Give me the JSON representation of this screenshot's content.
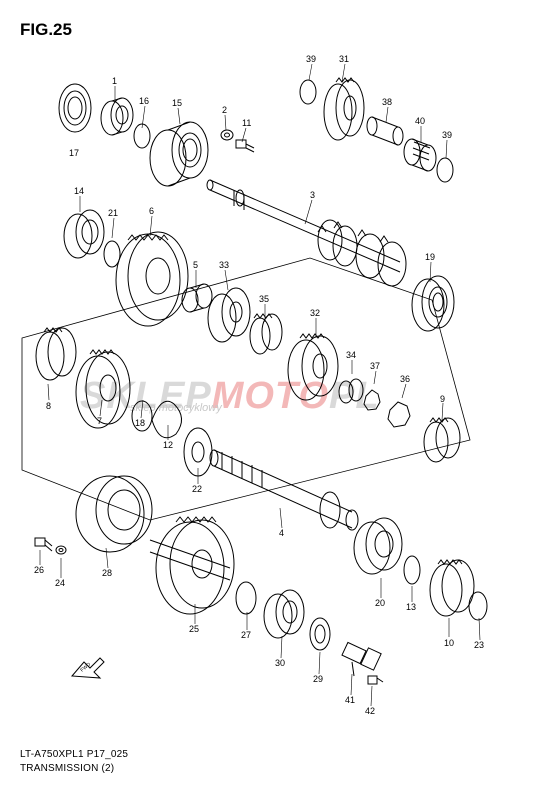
{
  "figure": {
    "title": "FIG.25",
    "model_code": "LT-A750XPL1 P17_025",
    "section_title": "TRANSMISSION (2)",
    "watermark_main_1": "SKLEP",
    "watermark_main_2": "MOTO",
    "watermark_main_3": "PL",
    "watermark_sub": "sklep motocyklowy",
    "arrow_label": "FWD"
  },
  "parts": [
    {
      "ref": "1",
      "label": "1"
    },
    {
      "ref": "2",
      "label": "2"
    },
    {
      "ref": "3",
      "label": "3"
    },
    {
      "ref": "4",
      "label": "4"
    },
    {
      "ref": "5",
      "label": "5"
    },
    {
      "ref": "6",
      "label": "6"
    },
    {
      "ref": "7",
      "label": "7"
    },
    {
      "ref": "8",
      "label": "8"
    },
    {
      "ref": "9",
      "label": "9"
    },
    {
      "ref": "10",
      "label": "10"
    },
    {
      "ref": "11",
      "label": "11"
    },
    {
      "ref": "12",
      "label": "12"
    },
    {
      "ref": "13",
      "label": "13"
    },
    {
      "ref": "14",
      "label": "14"
    },
    {
      "ref": "15",
      "label": "15"
    },
    {
      "ref": "16",
      "label": "16"
    },
    {
      "ref": "17",
      "label": "17"
    },
    {
      "ref": "18",
      "label": "18"
    },
    {
      "ref": "19",
      "label": "19"
    },
    {
      "ref": "20",
      "label": "20"
    },
    {
      "ref": "21",
      "label": "21"
    },
    {
      "ref": "22",
      "label": "22"
    },
    {
      "ref": "23",
      "label": "23"
    },
    {
      "ref": "24",
      "label": "24"
    },
    {
      "ref": "25",
      "label": "25"
    },
    {
      "ref": "26",
      "label": "26"
    },
    {
      "ref": "27",
      "label": "27"
    },
    {
      "ref": "28",
      "label": "28"
    },
    {
      "ref": "29",
      "label": "29"
    },
    {
      "ref": "30",
      "label": "30"
    },
    {
      "ref": "31",
      "label": "31"
    },
    {
      "ref": "32",
      "label": "32"
    },
    {
      "ref": "33",
      "label": "33"
    },
    {
      "ref": "34",
      "label": "34"
    },
    {
      "ref": "35",
      "label": "35"
    },
    {
      "ref": "36",
      "label": "36"
    },
    {
      "ref": "37",
      "label": "37"
    },
    {
      "ref": "38",
      "label": "38"
    },
    {
      "ref": "39a",
      "label": "39"
    },
    {
      "ref": "39b",
      "label": "39"
    },
    {
      "ref": "40",
      "label": "40"
    },
    {
      "ref": "41",
      "label": "41"
    },
    {
      "ref": "42",
      "label": "42"
    }
  ]
}
